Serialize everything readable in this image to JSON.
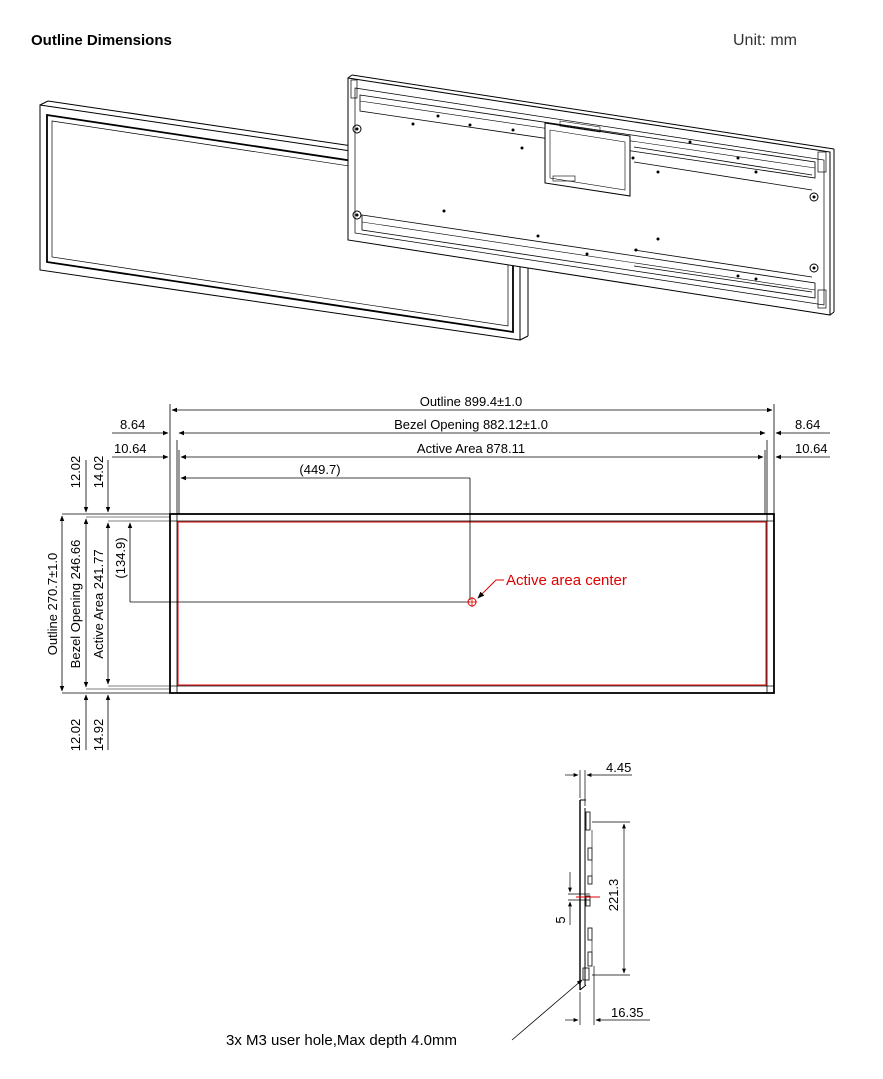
{
  "header": {
    "title": "Outline Dimensions",
    "unit": "Unit: mm"
  },
  "front_view": {
    "outline_width": "Outline 899.4±1.0",
    "bezel_width": "Bezel Opening 882.12±1.0",
    "active_width": "Active Area 878.11",
    "left_bezel": "8.64",
    "left_active": "10.64",
    "right_bezel": "8.64",
    "right_active": "10.64",
    "center_x": "(449.7)",
    "center_y": "(134.9)",
    "outline_height": "Outline 270.7±1.0",
    "bezel_height": "Bezel Opening 246.66",
    "active_height": "Active Area 241.77",
    "top_bezel": "12.02",
    "top_active": "14.02",
    "bottom_bezel": "12.02",
    "bottom_active": "14.92",
    "center_label": "Active area center",
    "center_color": "#e00000"
  },
  "side_view": {
    "thickness": "4.45",
    "depth": "16.35",
    "height": "221.3",
    "offset": "5",
    "hole_note": "3x M3 user hole,Max depth 4.0mm"
  }
}
